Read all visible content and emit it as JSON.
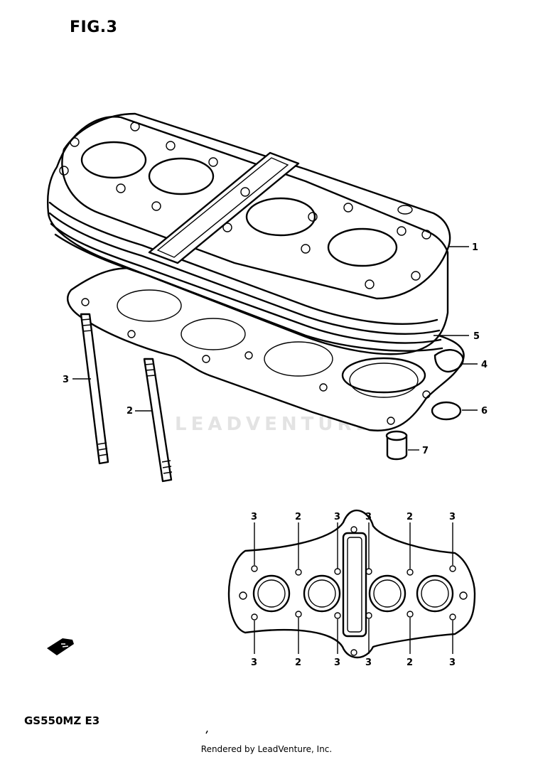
{
  "figure": {
    "title": "FIG.3",
    "model_code": "GS550MZ E3"
  },
  "watermark": "LEADVENTURE",
  "footer": "Rendered by LeadVenture, Inc.",
  "callouts": [
    "1",
    "2",
    "3",
    "4",
    "5",
    "6",
    "7"
  ],
  "bolt_pattern": {
    "top": [
      "3",
      "2",
      "3",
      "3",
      "2",
      "3"
    ],
    "bottom": [
      "3",
      "2",
      "3",
      "3",
      "2",
      "3"
    ]
  },
  "icons": {
    "front_arrow": "front-arrow-icon"
  }
}
